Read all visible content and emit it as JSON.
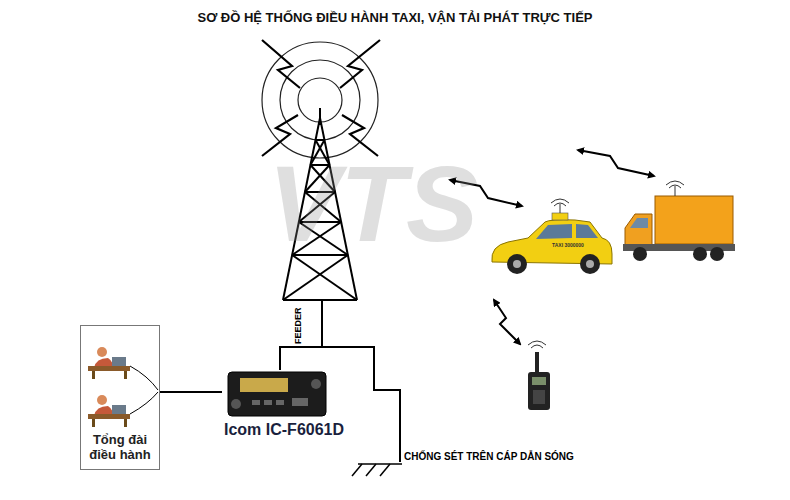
{
  "diagram": {
    "title": "SƠ ĐỒ HỆ THỐNG ĐIỀU HÀNH TAXI, VẬN TẢI PHÁT TRỰC TIẾP",
    "nodes": [
      {
        "text": [
          "Tổng đài điều hành"
        ]
      },
      {
        "text": [
          "Icom IC-F6061D"
        ]
      }
    ],
    "edges": [
      {
        "from": 0,
        "to": 1,
        "arrow": "none"
      }
    ],
    "labels": [
      "FEEDER",
      "CHỐNG SÉT TRÊN CÁP DẪN SÓNG",
      "TAXI 3000000",
      "VTS"
    ]
  }
}
